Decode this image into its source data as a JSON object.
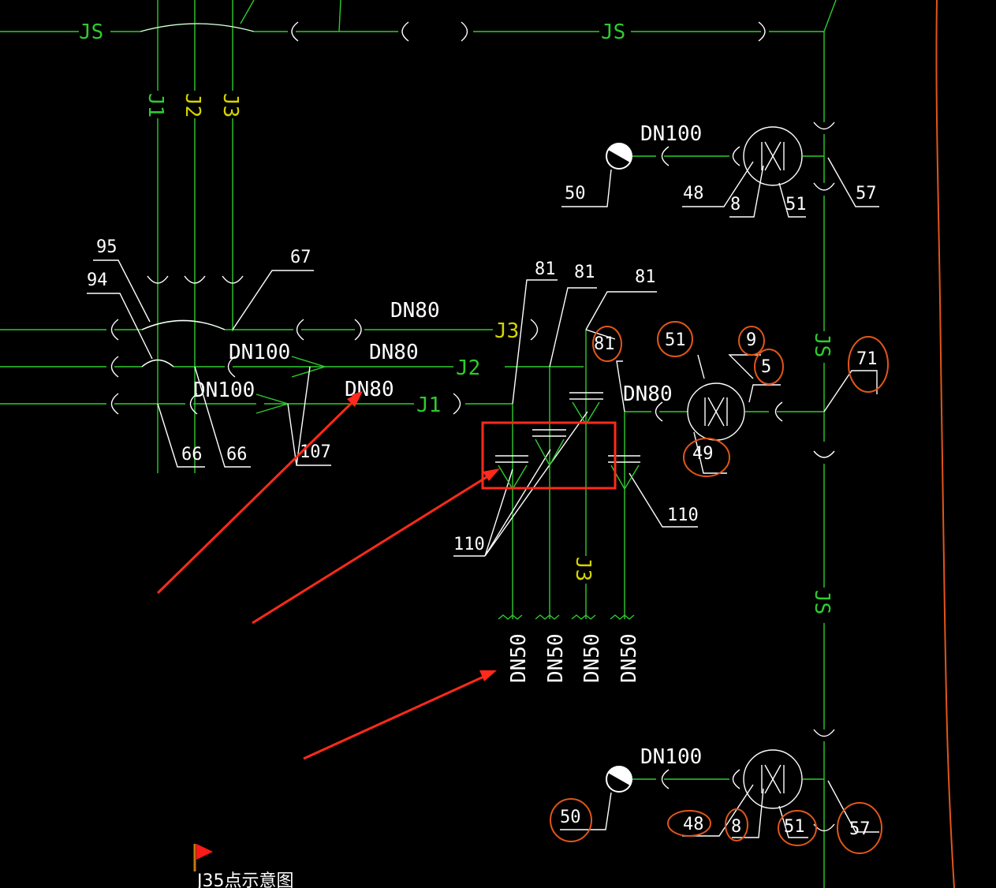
{
  "pipes": {
    "js": "JS",
    "j1": "J1",
    "j2": "J2",
    "j3": "J3"
  },
  "sizes": {
    "dn50": "DN50",
    "dn80": "DN80",
    "dn100": "DN100"
  },
  "callouts": {
    "c5": "5",
    "c8": "8",
    "c9": "9",
    "c48": "48",
    "c49": "49",
    "c50": "50",
    "c51": "51",
    "c57": "57",
    "c66": "66",
    "c67": "67",
    "c71": "71",
    "c81": "81",
    "c94": "94",
    "c95": "95",
    "c107": "107",
    "c110": "110"
  },
  "caption": "J35点示意图",
  "colors": {
    "pipe": "#2ecc2e",
    "label": "#ffffff",
    "label_yellow": "#d4d400",
    "annotation": "#ff2a1a",
    "highlight": "#e0561a"
  }
}
